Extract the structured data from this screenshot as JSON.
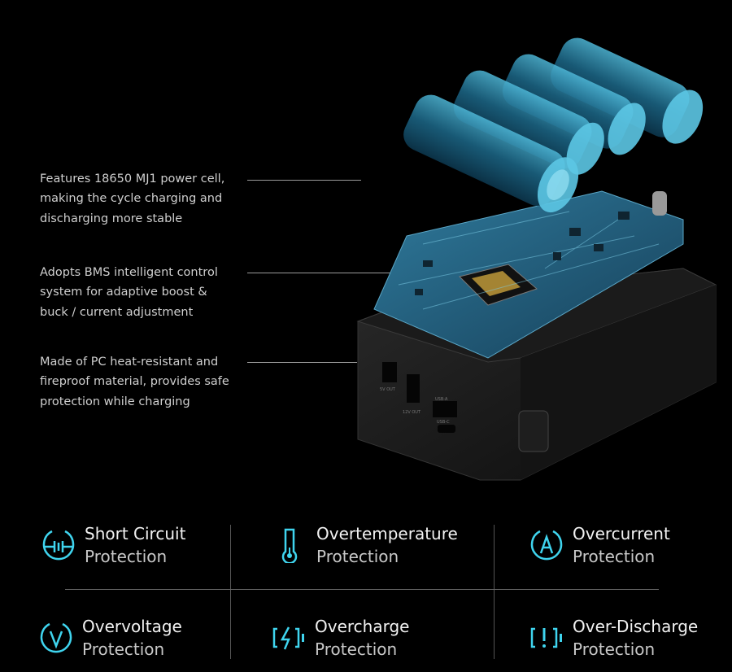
{
  "features": [
    {
      "lines": [
        "Features 18650 MJ1 power cell,",
        "making the cycle charging and",
        "discharging more stable"
      ]
    },
    {
      "lines": [
        "Adopts BMS intelligent control",
        "system for adaptive boost &",
        "buck / current adjustment"
      ]
    },
    {
      "lines": [
        "Made of PC heat-resistant and",
        "fireproof material, provides safe",
        "protection while charging"
      ]
    }
  ],
  "device_ports": [
    "5V OUT",
    "12V OUT",
    "USB-A",
    "USB-C"
  ],
  "protections": [
    {
      "title": "Short Circuit",
      "subtitle": "Protection",
      "icon": "short-circuit-icon"
    },
    {
      "title": "Overtemperature",
      "subtitle": "Protection",
      "icon": "thermometer-icon"
    },
    {
      "title": "Overcurrent",
      "subtitle": "Protection",
      "icon": "ampere-icon"
    },
    {
      "title": "Overvoltage",
      "subtitle": "Protection",
      "icon": "volt-icon"
    },
    {
      "title": "Overcharge",
      "subtitle": "Protection",
      "icon": "battery-bolt-icon"
    },
    {
      "title": "Over-Discharge",
      "subtitle": "Protection",
      "icon": "battery-alert-icon"
    }
  ],
  "colors": {
    "accent": "#3fd4ee",
    "background": "#000000",
    "pcb": "#1f5a78"
  }
}
